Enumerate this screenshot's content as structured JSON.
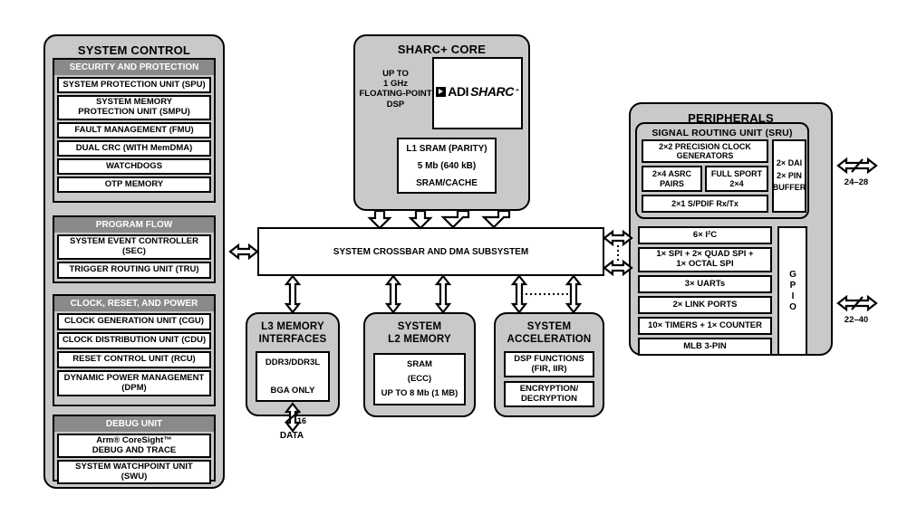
{
  "colors": {
    "panel_fill": "#c9c9c9",
    "section_header_fill": "#8a8a8a",
    "cell_fill": "#ffffff",
    "line": "#000000",
    "header_text": "#ffffff"
  },
  "system_control": {
    "title": "SYSTEM CONTROL",
    "groups": [
      {
        "header": "SECURITY AND PROTECTION",
        "items": [
          "SYSTEM PROTECTION UNIT (SPU)",
          "SYSTEM MEMORY\nPROTECTION UNIT (SMPU)",
          "FAULT MANAGEMENT (FMU)",
          "DUAL CRC (WITH MemDMA)",
          "WATCHDOGS",
          "OTP MEMORY"
        ]
      },
      {
        "header": "PROGRAM FLOW",
        "items": [
          "SYSTEM EVENT CONTROLLER\n(SEC)",
          "TRIGGER ROUTING UNIT (TRU)"
        ]
      },
      {
        "header": "CLOCK, RESET, AND POWER",
        "items": [
          "CLOCK GENERATION UNIT (CGU)",
          "CLOCK DISTRIBUTION UNIT (CDU)",
          "RESET CONTROL UNIT (RCU)",
          "DYNAMIC POWER MANAGEMENT\n(DPM)"
        ]
      },
      {
        "header": "DEBUG UNIT",
        "items": [
          "Arm® CoreSight™\nDEBUG AND TRACE",
          "SYSTEM WATCHPOINT UNIT\n(SWU)"
        ]
      }
    ]
  },
  "sharc_core": {
    "title": "SHARC+ CORE",
    "spec_text": "UP TO\n1 GHz\nFLOATING-POINT\nDSP",
    "logo": {
      "mark": "adi-triangle-mark",
      "brand": "ADI",
      "product": "SHARC",
      "trademark": "ʺ"
    },
    "l1_sram": "L1 SRAM (PARITY)\n5 Mb (640 kB)\nSRAM/CACHE"
  },
  "crossbar": {
    "label": "SYSTEM CROSSBAR AND DMA SUBSYSTEM"
  },
  "l3_memory": {
    "title": "L3 MEMORY\nINTERFACES",
    "cell": "DDR3/DDR3L\n\nBGA ONLY",
    "bus_width": "16",
    "bus_label": "DATA"
  },
  "l2_memory": {
    "title": "SYSTEM\nL2 MEMORY",
    "cell": "SRAM\n(ECC)\nUP TO 8 Mb (1 MB)"
  },
  "system_acceleration": {
    "title": "SYSTEM\nACCELERATION",
    "cells": [
      "DSP FUNCTIONS\n(FIR, IIR)",
      "ENCRYPTION/\nDECRYPTION"
    ]
  },
  "peripherals": {
    "title": "PERIPHERALS",
    "sru": {
      "header": "SIGNAL ROUTING UNIT (SRU)",
      "precision_clock": "2×2 PRECISION CLOCK\nGENERATORS",
      "asrc": "2×4 ASRC\nPAIRS",
      "sport": "FULL SPORT\n2×4",
      "spdif": "2×1 S/PDIF Rx/Tx",
      "dai_buffer": "2× DAI\n2× PIN\nBUFFER"
    },
    "list": [
      "6× I²C",
      "1× SPI + 2× QUAD SPI +\n1× OCTAL SPI",
      "3× UARTs",
      "2× LINK PORTS",
      "10× TIMERS + 1× COUNTER",
      "MLB 3-PIN"
    ],
    "gpio": "GPIO",
    "pin_counts": {
      "dai": "24–28",
      "gpio": "22–40"
    }
  }
}
